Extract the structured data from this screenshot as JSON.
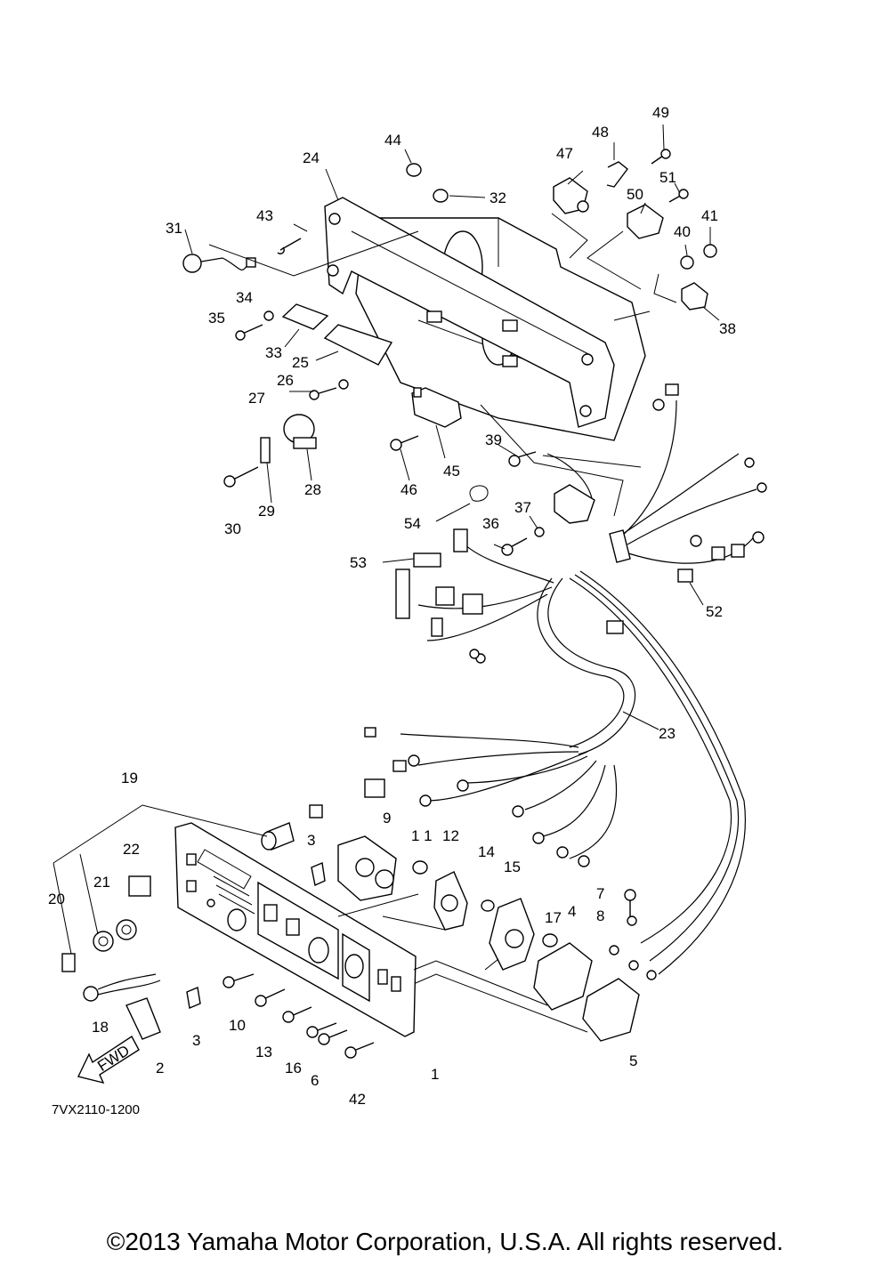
{
  "diagram_code": "7VX2110-1200",
  "copyright": "©2013 Yamaha Motor Corporation, U.S.A. All rights reserved.",
  "fwd_label": "FWD",
  "labels": [
    "1",
    "2",
    "3",
    "3",
    "4",
    "5",
    "6",
    "7",
    "8",
    "9",
    "10",
    "1 1",
    "12",
    "13",
    "14",
    "15",
    "16",
    "17",
    "18",
    "19",
    "20",
    "21",
    "22",
    "23",
    "24",
    "25",
    "26",
    "27",
    "28",
    "29",
    "30",
    "31",
    "32",
    "33",
    "34",
    "35",
    "36",
    "37",
    "38",
    "39",
    "40",
    "41",
    "42",
    "43",
    "44",
    "45",
    "46",
    "47",
    "48",
    "49",
    "50",
    "51",
    "52",
    "53",
    "54"
  ]
}
